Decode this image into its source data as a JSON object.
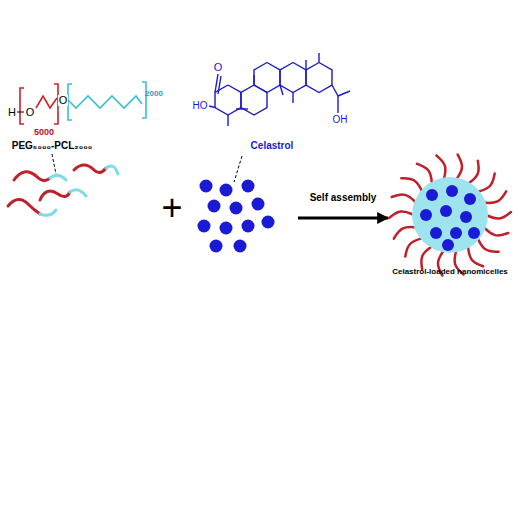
{
  "diagram": {
    "nodes": [
      {
        "text": [
          "Celastrol-loaded nanomicelles"
        ]
      }
    ],
    "labels": [
      "H",
      "O",
      "O",
      "5000",
      "2000",
      "PEG₅₀₀₀-PCL₂₀₀₀",
      "+",
      "O",
      "HO",
      "OH",
      "Celastrol",
      "Self assembly"
    ]
  }
}
